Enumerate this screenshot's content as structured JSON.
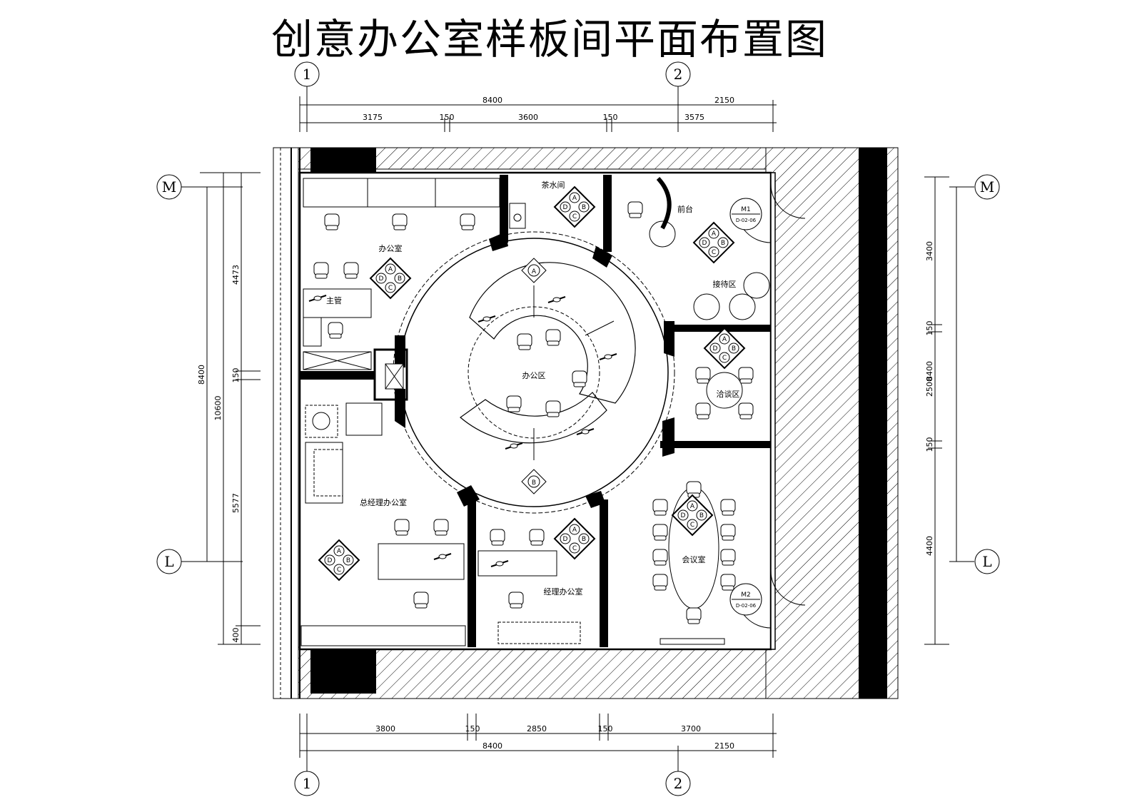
{
  "title": "创意办公室样板间平面布置图",
  "axes": {
    "col1": "1",
    "col2": "2",
    "rowM": "M",
    "rowL": "L"
  },
  "dimensions": {
    "top_total": "8400",
    "top_right": "2150",
    "top_segments": [
      "3175",
      "150",
      "3600",
      "150",
      "3575"
    ],
    "bottom_segments": [
      "3800",
      "150",
      "2850",
      "150",
      "3700"
    ],
    "bottom_total": "8400",
    "bottom_right": "2150",
    "left_outer": "10600",
    "left_mid": "8400",
    "left_segments": [
      "4473",
      "150",
      "5577",
      "400"
    ],
    "right_total": "8400",
    "right_segments": [
      "3400",
      "150",
      "2500",
      "150",
      "4400"
    ]
  },
  "rooms": {
    "office": "办公室",
    "supervisor": "主管",
    "pantry": "茶水间",
    "reception": "前台",
    "reception_area": "接待区",
    "work_area": "办公区",
    "discussion": "洽谈区",
    "gm_office": "总经理办公室",
    "manager_office": "经理办公室",
    "meeting": "会议室"
  },
  "doors": {
    "m1": "M1",
    "m1_ref": "D-02-06",
    "m2": "M2",
    "m2_ref": "D-02-06"
  },
  "markers": {
    "a": "A",
    "b": "B",
    "c": "C",
    "d": "D"
  }
}
